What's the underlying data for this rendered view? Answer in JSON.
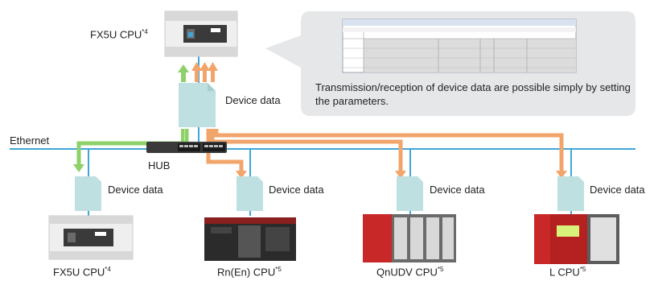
{
  "network": {
    "ethernet_label": "Ethernet",
    "hub_label": "HUB"
  },
  "top_cpu": {
    "name": "FX5U CPU",
    "note": "*4",
    "device_label": "Device data"
  },
  "callout": {
    "text": "Transmission/reception of device data are possible simply by setting the parameters."
  },
  "nodes": [
    {
      "name": "FX5U CPU",
      "note": "*4",
      "device_label": "Device data"
    },
    {
      "name": "Rn(En) CPU",
      "note": "*5",
      "device_label": "Device data"
    },
    {
      "name": "QnUDV CPU",
      "note": "*5",
      "device_label": "Device data"
    },
    {
      "name": "L CPU",
      "note": "*5",
      "device_label": "Device data"
    }
  ],
  "colors": {
    "ethernet": "#3fa6d8",
    "send_arrow": "#f2a56b",
    "receive_arrow": "#8ed06a",
    "document": "#bfe0e0",
    "callout": "#e6e7e8"
  },
  "icons": [
    "document-icon",
    "hub-icon",
    "plc-icon",
    "screenshot-icon"
  ]
}
